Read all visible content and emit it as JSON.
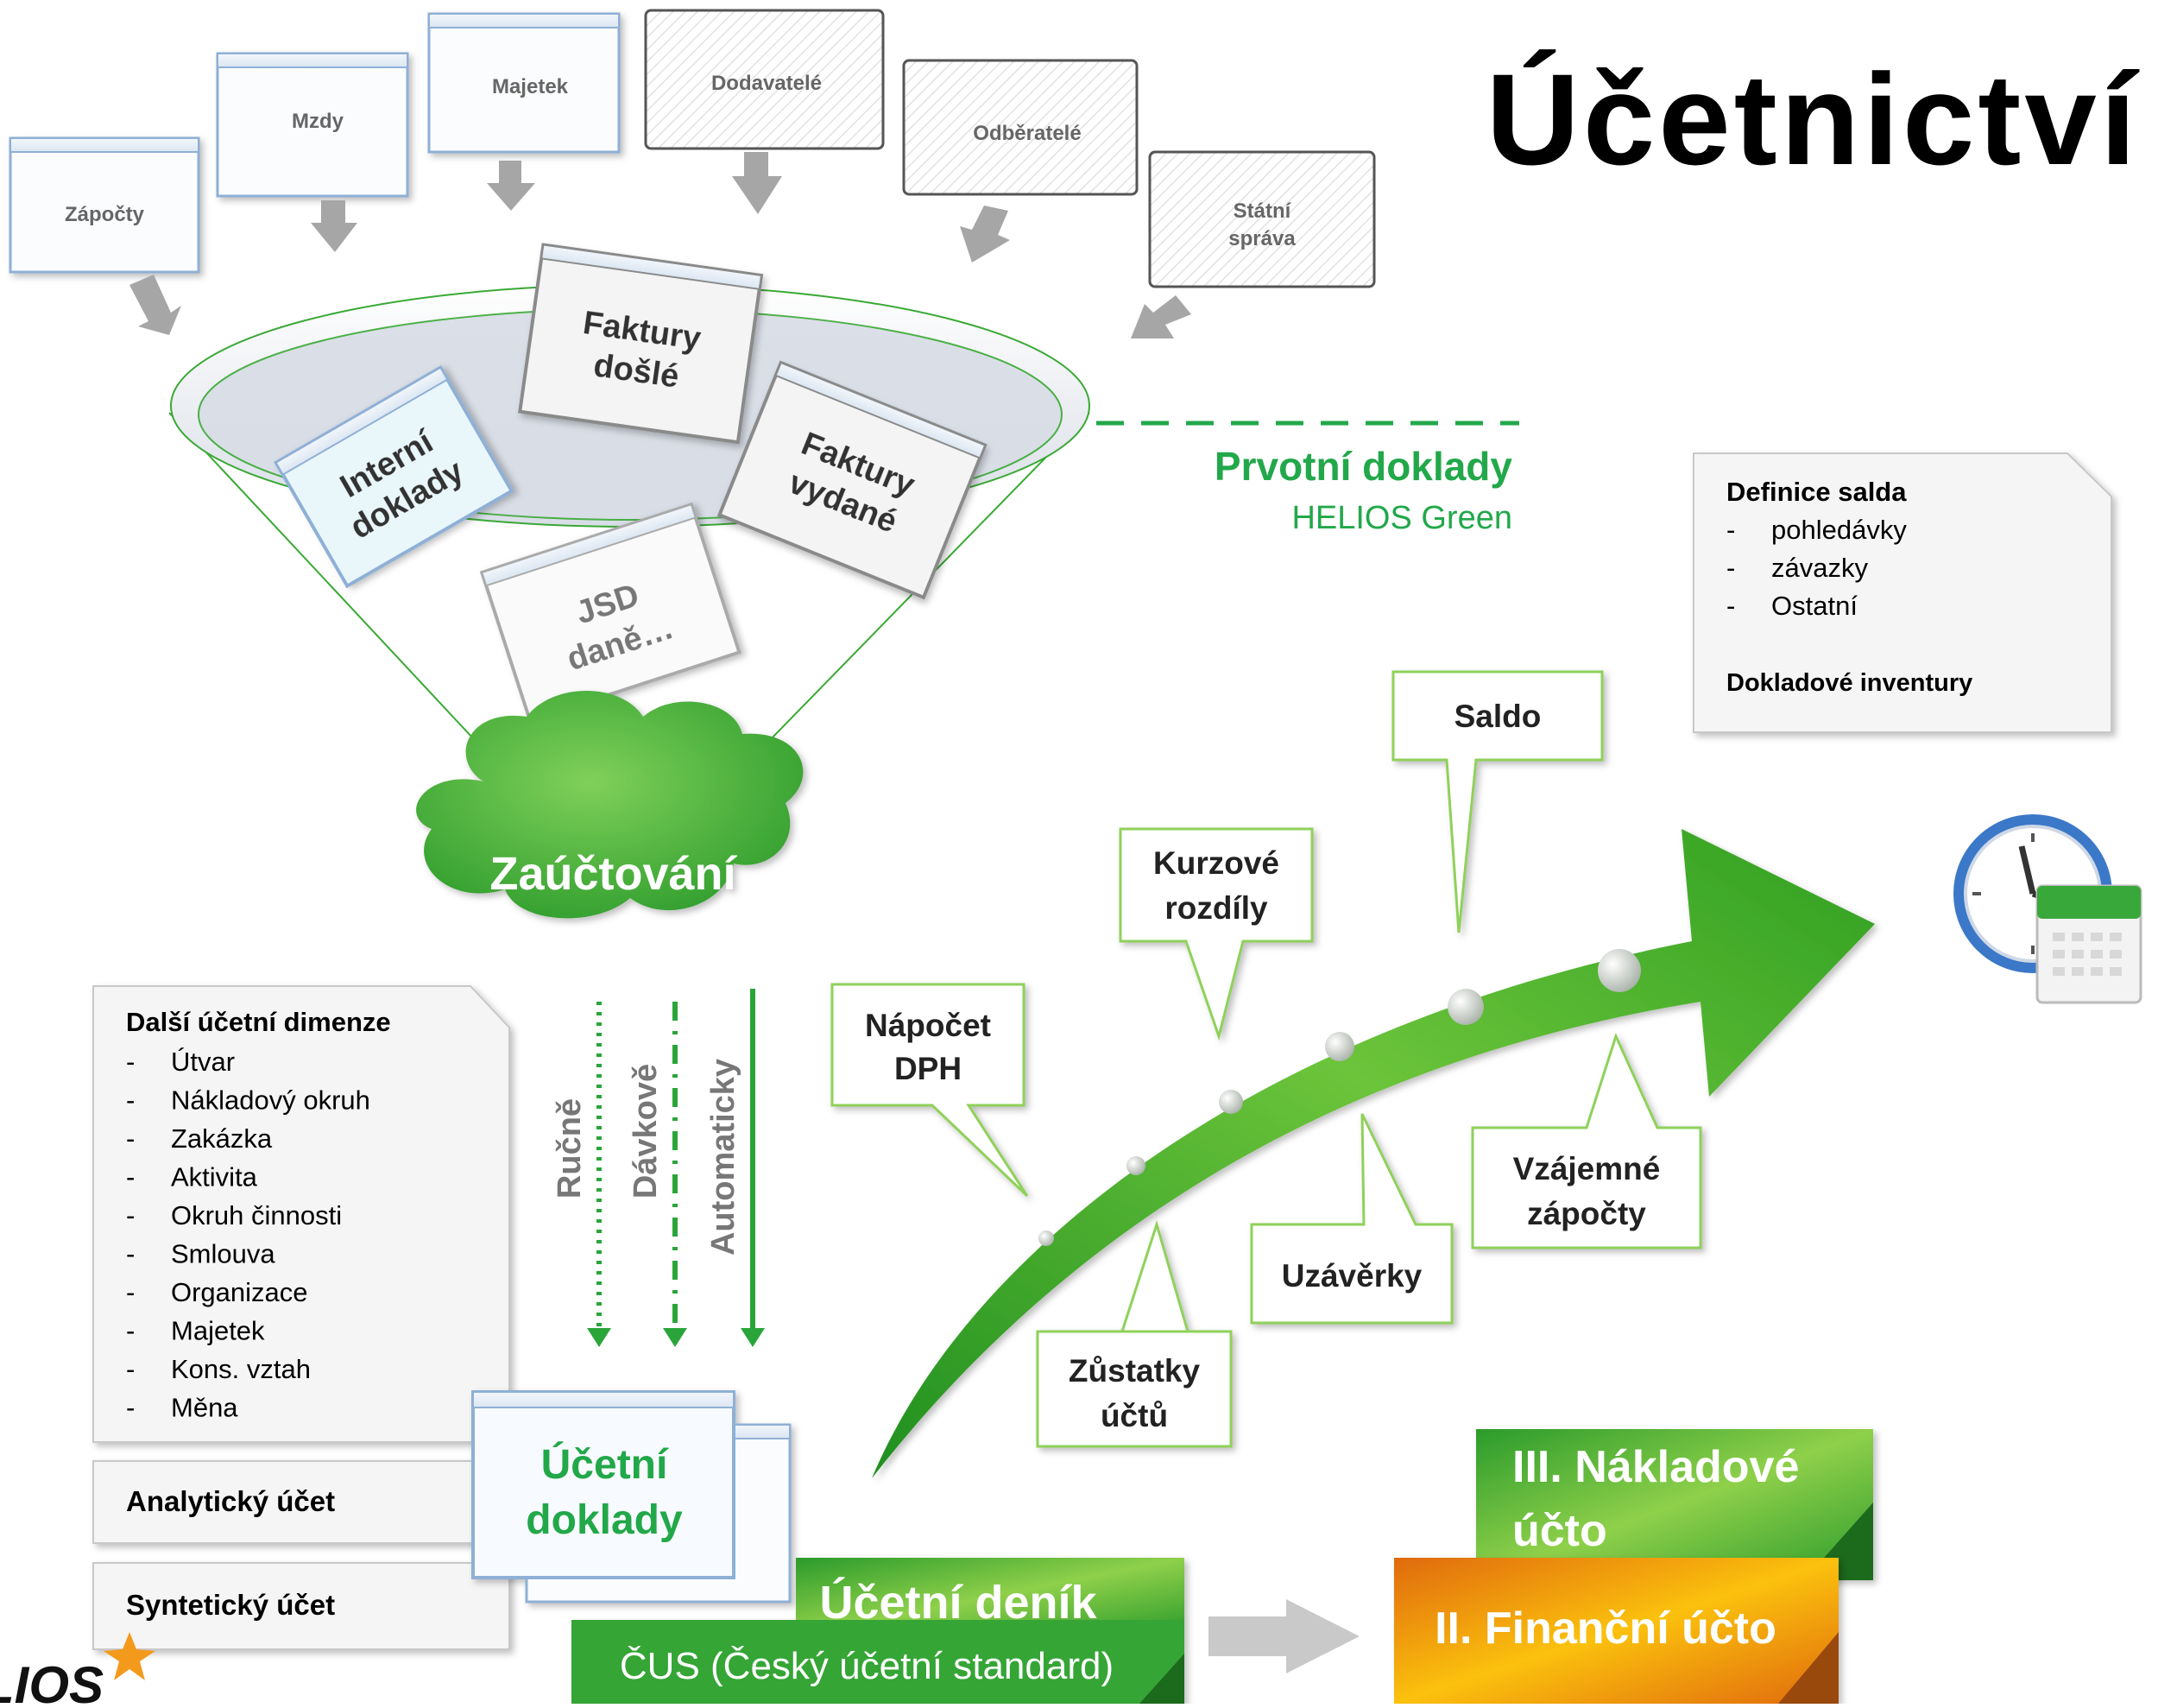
{
  "title": "Účetnictví",
  "sources": {
    "zapocty": "Zápočty",
    "mzdy": "Mzdy",
    "majetek": "Majetek",
    "dodavatele": "Dodavatelé",
    "odberatele": "Odběratelé",
    "statni_sprava": [
      "Státní",
      "správa"
    ]
  },
  "funnel_docs": {
    "interni": [
      "Interní",
      "doklady"
    ],
    "faktury_dosle": [
      "Faktury",
      "došlé"
    ],
    "faktury_vydane": [
      "Faktury",
      "vydané"
    ],
    "jsd": [
      "JSD",
      "daně…"
    ]
  },
  "primary_docs": {
    "title": "Prvotní doklady",
    "subtitle": "HELIOS Green"
  },
  "posting": {
    "cloud": "Zaúčtování",
    "manual": "Ručně",
    "batch": "Dávkově",
    "auto": "Automaticky"
  },
  "dimensions": {
    "title": "Další účetní dimenze",
    "bullet": "-",
    "items": [
      "Útvar",
      "Nákladový okruh",
      "Zakázka",
      "Aktivita",
      "Okruh činnosti",
      "Smlouva",
      "Organizace",
      "Majetek",
      "Kons. vztah",
      "Měna"
    ]
  },
  "analytic_account": "Analytický účet",
  "synthetic_account": "Syntetický účet",
  "accounting_docs": [
    "Účetní",
    "doklady"
  ],
  "journal": {
    "title": "Účetní deník",
    "subtitle": "ČUS (Český účetní standard)"
  },
  "financial_acc": "II. Finanční účto",
  "cost_acc": [
    "III. Nákladové",
    "účto"
  ],
  "balance_def": {
    "title": "Definice salda",
    "bullet": "-",
    "items": [
      "pohledávky",
      "závazky",
      "Ostatní"
    ],
    "footer": "Dokladové inventury"
  },
  "callouts": {
    "vat": [
      "Nápočet",
      "DPH"
    ],
    "rates": [
      "Kurzové",
      "rozdíly"
    ],
    "saldo": [
      "Saldo"
    ],
    "balances": [
      "Zůstatky",
      "účtů"
    ],
    "closing": [
      "Uzávěrky"
    ],
    "offsets": [
      "Vzájemné",
      "zápočty"
    ]
  },
  "logo": "LIOS",
  "colors": {
    "green": "#3aa935",
    "dark_green": "#1f8a2a",
    "text_green": "#22a84a",
    "orange": "#e8720c",
    "gray_text": "#666666"
  },
  "icons": [
    "clock-calendar-icon",
    "down-arrow-icon",
    "right-arrow-icon"
  ]
}
